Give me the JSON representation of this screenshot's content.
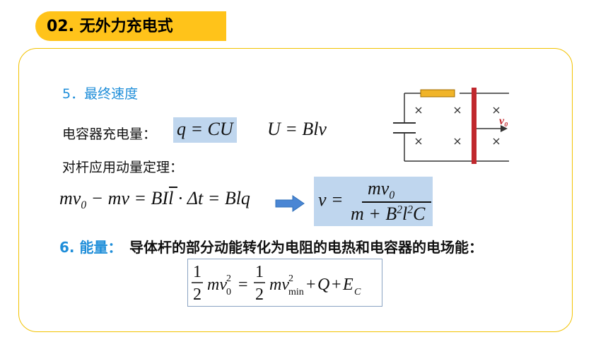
{
  "header": {
    "title": "02. 无外力充电式"
  },
  "section5": {
    "heading": "5．最终速度",
    "charge_label": "电容器充电量：",
    "eq_q": "q = CU",
    "eq_u": "U = Blv",
    "theorem_label": "对杆应用动量定理：",
    "eq_momentum": "mv₀ − mv = BIl · Δt = Blq",
    "result_lhs": "v =",
    "result_num": "mv₀",
    "result_den": "m + B²l²C"
  },
  "section6": {
    "number": "6. 能量：",
    "text": "导体杆的部分动能转化为电阻的电热和电容器的电场能：",
    "energy_equation": "1/2 mv₀² = 1/2 mv²min + Q + E_C"
  },
  "circuit": {
    "velocity_label": "v₀",
    "colors": {
      "resistor": "#f0b429",
      "rod": "#c0282d",
      "wire": "#333333"
    }
  },
  "colors": {
    "accent_yellow": "#ffc31a",
    "heading_blue": "#1f8ed9",
    "highlight_blue": "#bfd6ee",
    "frame_border": "#f2c200"
  }
}
